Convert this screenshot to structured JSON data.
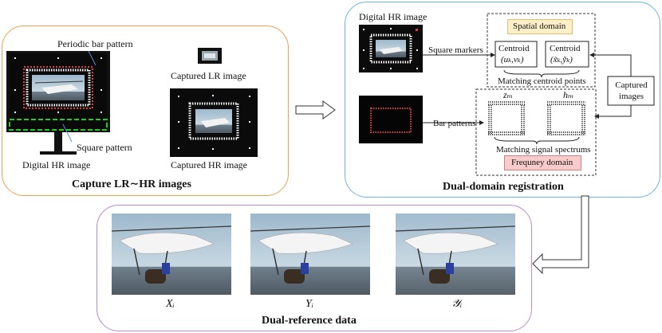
{
  "panel_capture": {
    "title": "Capture LR∼HR images",
    "periodic_bar_label": "Periodic bar pattern",
    "square_pattern_label": "Square pattern",
    "digital_hr_label": "Digital HR image",
    "captured_lr_label": "Captured LR image",
    "captured_hr_label": "Captured HR image"
  },
  "panel_registration": {
    "title": "Dual-domain registration",
    "digital_hr_label": "Digital HR image",
    "square_markers_label": "Square markers",
    "bar_patterns_label": "Bar patterns",
    "spatial_domain_label": "Spatial domain",
    "frequency_domain_label": "Frequney domain",
    "centroid_a_label": "Centroid",
    "centroid_a_coords": "(uₖ,vₖ)",
    "centroid_b_label": "Centroid",
    "centroid_b_coords": "(x̃ₖ,ỹₖ)",
    "matching_centroid_label": "Matching centroid points",
    "matching_signal_label": "Matching signal spectrums",
    "zm_label": "zₘ",
    "hm_label": "hₘ",
    "captured_images_label": "Captured images"
  },
  "panel_reference": {
    "title": "Dual-reference data",
    "xi_label": "Xᵢ",
    "yi_label": "Yᵢ",
    "ycal_label": "𝒴ᵢ"
  },
  "colors": {
    "capture_border": "#f0a050",
    "registration_border": "#6cb4e8",
    "reference_border": "#b98ad8",
    "spatial_fill": "#fdf0c8",
    "frequency_fill": "#f8cccc",
    "green_dash": "#22cc22",
    "red_dots": "#e04040"
  }
}
